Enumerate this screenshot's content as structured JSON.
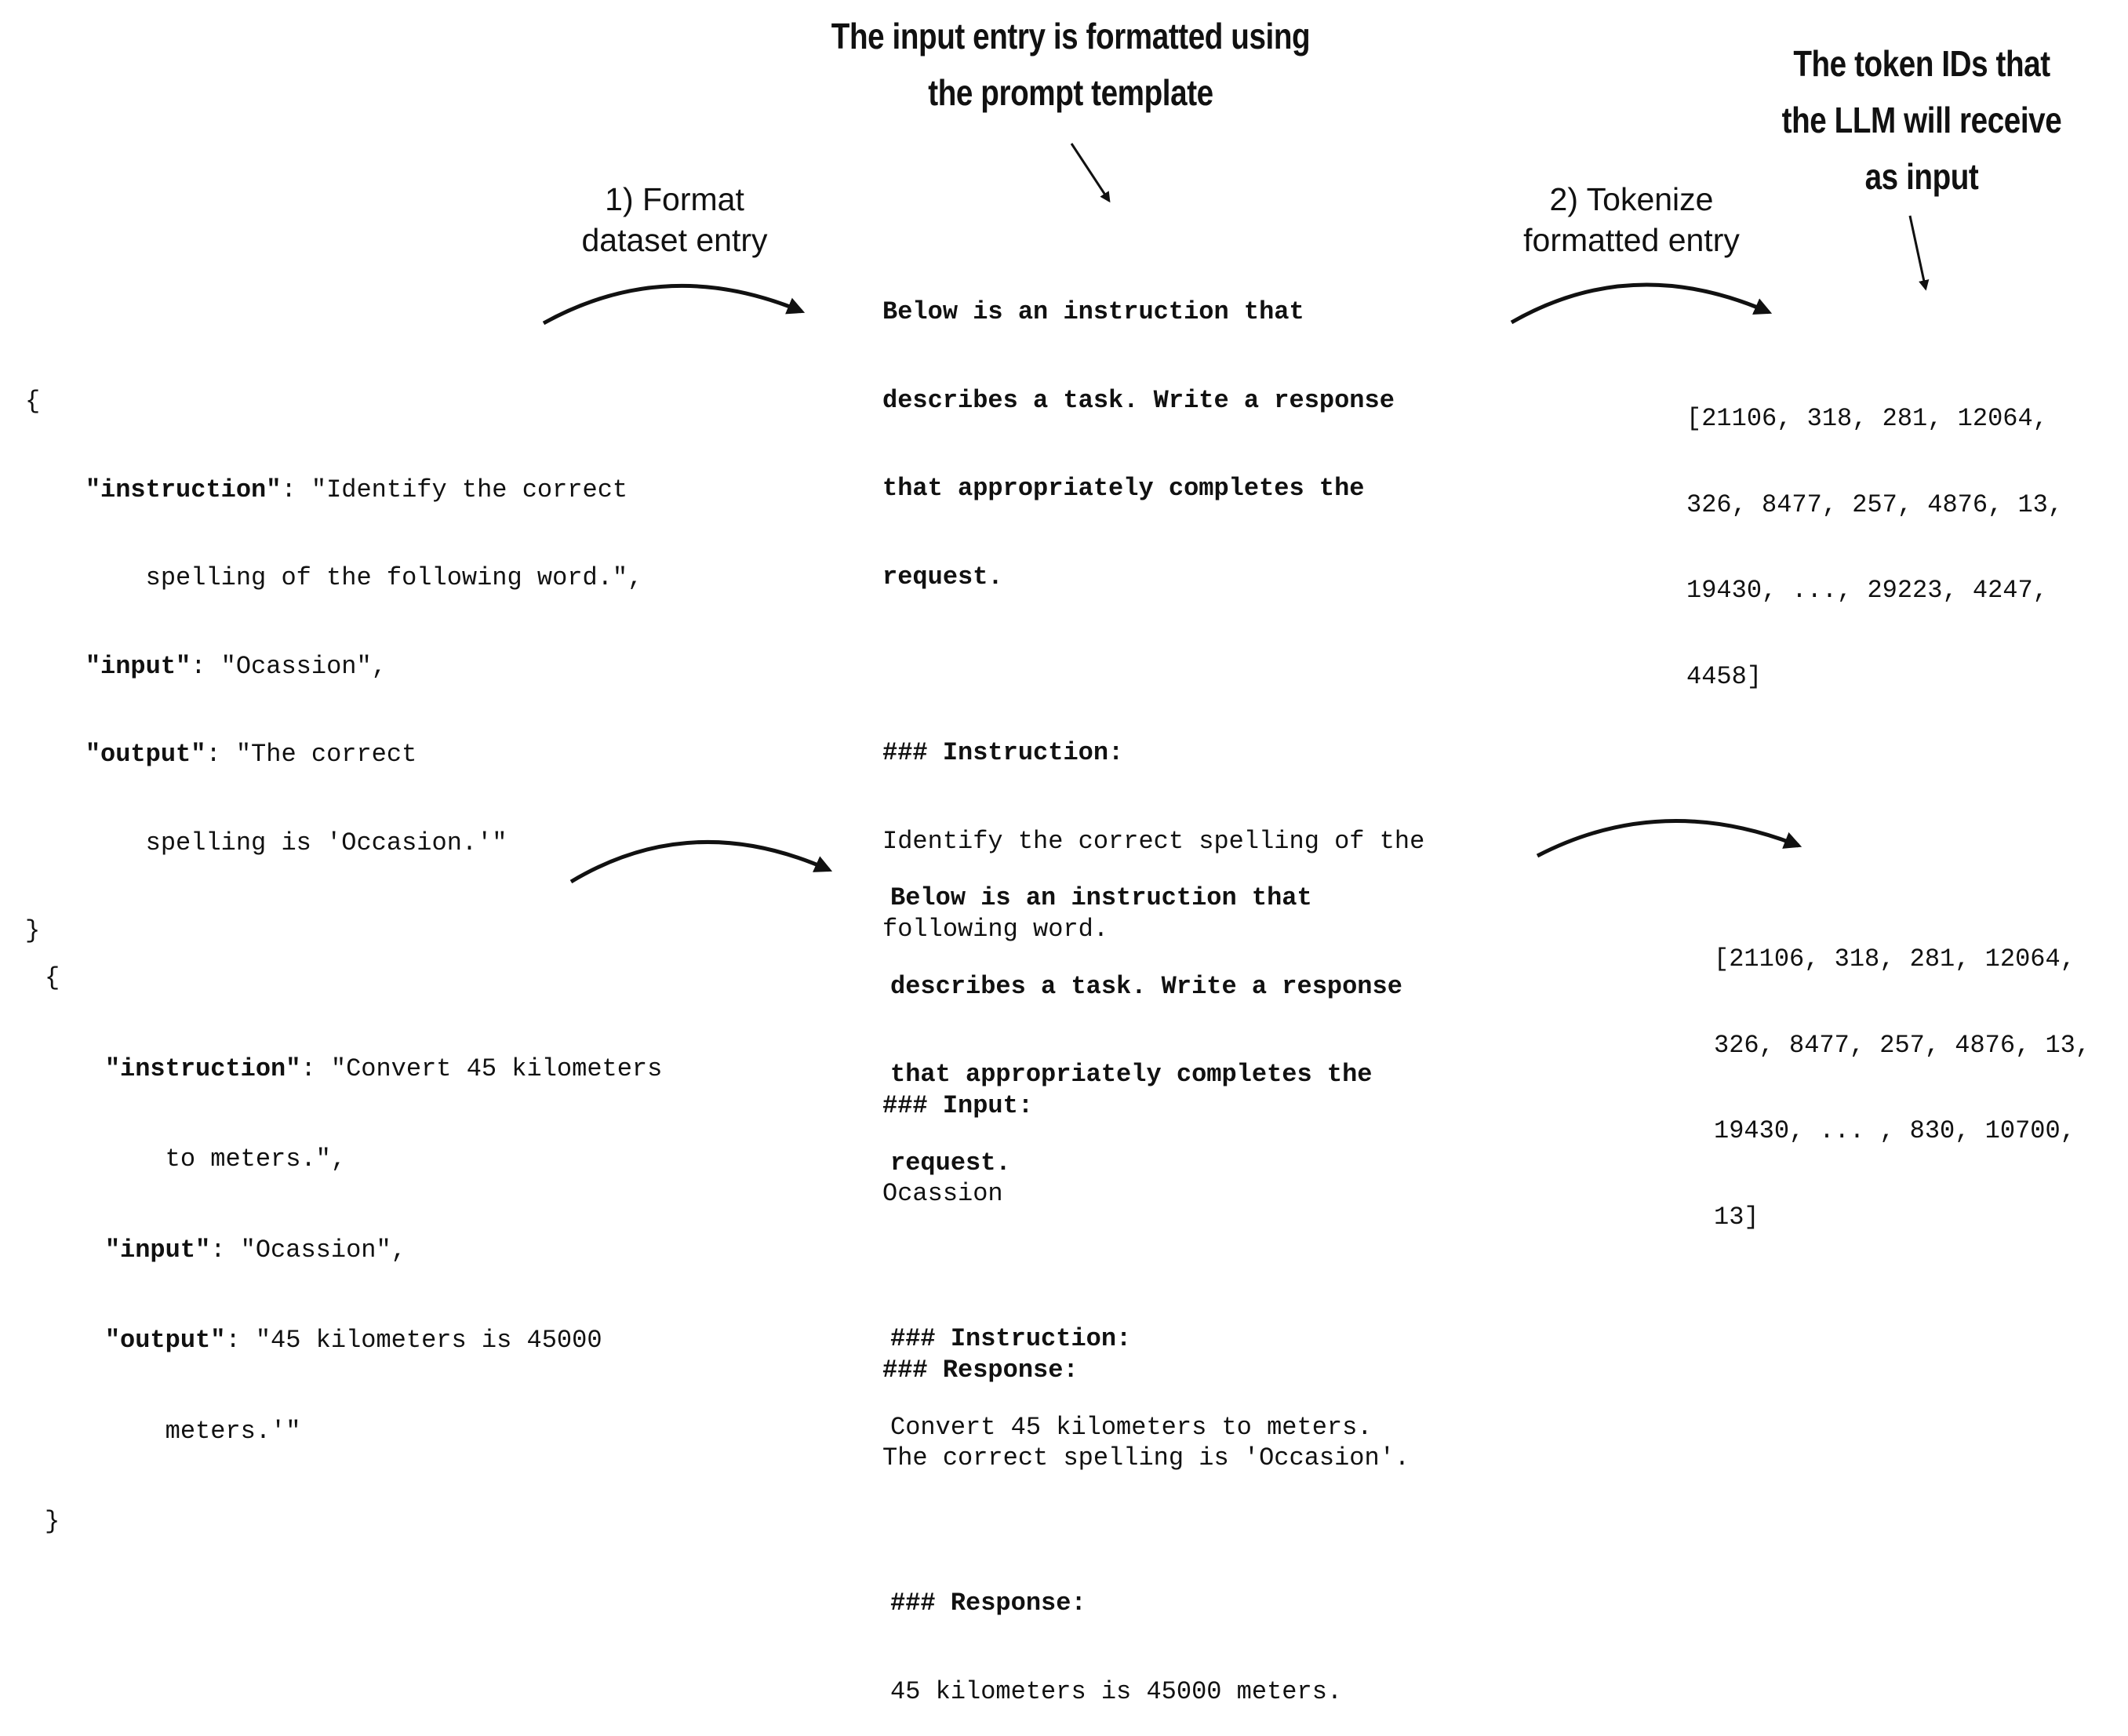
{
  "callouts": {
    "template": [
      "The input entry is formatted using",
      "the prompt template"
    ],
    "token_ids": [
      "The token IDs that",
      "the LLM will receive",
      "as input"
    ]
  },
  "steps": {
    "format": [
      "1) Format",
      "dataset entry"
    ],
    "tokenize": [
      "2) Tokenize",
      "formatted entry"
    ]
  },
  "example1": {
    "json": {
      "open": "{",
      "instruction_key": "\"instruction\"",
      "instruction_val_1": ": \"Identify the correct",
      "instruction_val_2": "    spelling of the following word.\",",
      "input_key": "\"input\"",
      "input_val": ": \"Ocassion\",",
      "output_key": "\"output\"",
      "output_val_1": ": \"The correct",
      "output_val_2": "    spelling is 'Occasion.'\"",
      "close": "}"
    },
    "prompt": {
      "preamble": [
        "Below is an instruction that",
        "describes a task. Write a response",
        "that appropriately completes the",
        "request."
      ],
      "instruction_header": "### Instruction:",
      "instruction_text": [
        "Identify the correct spelling of the",
        "following word."
      ],
      "input_header": "### Input:",
      "input_text": "Ocassion",
      "response_header": "### Response:",
      "response_text": "The correct spelling is 'Occasion'."
    },
    "tokens": [
      "[21106, 318, 281, 12064,",
      "326, 8477, 257, 4876, 13,",
      "19430, ..., 29223, 4247,",
      "4458]"
    ]
  },
  "example2": {
    "json": {
      "open": "{",
      "instruction_key": "\"instruction\"",
      "instruction_val_1": ": \"Convert 45 kilometers",
      "instruction_val_2": "    to meters.\",",
      "input_key": "\"input\"",
      "input_val": ": \"Ocassion\",",
      "output_key": "\"output\"",
      "output_val_1": ": \"45 kilometers is 45000",
      "output_val_2": "    meters.'\"",
      "close": "}"
    },
    "prompt": {
      "preamble": [
        "Below is an instruction that",
        "describes a task. Write a response",
        "that appropriately completes the",
        "request."
      ],
      "instruction_header": "### Instruction:",
      "instruction_text": "Convert 45 kilometers to meters.",
      "response_header": "### Response:",
      "response_text": "45 kilometers is 45000 meters."
    },
    "tokens": [
      "[21106, 318, 281, 12064,",
      "326, 8477, 257, 4876, 13,",
      "19430, ... , 830, 10700,",
      "13]"
    ]
  },
  "icons": [
    "arrow-format-icon",
    "arrow-tokenize-icon",
    "callout-pointer-icon"
  ]
}
